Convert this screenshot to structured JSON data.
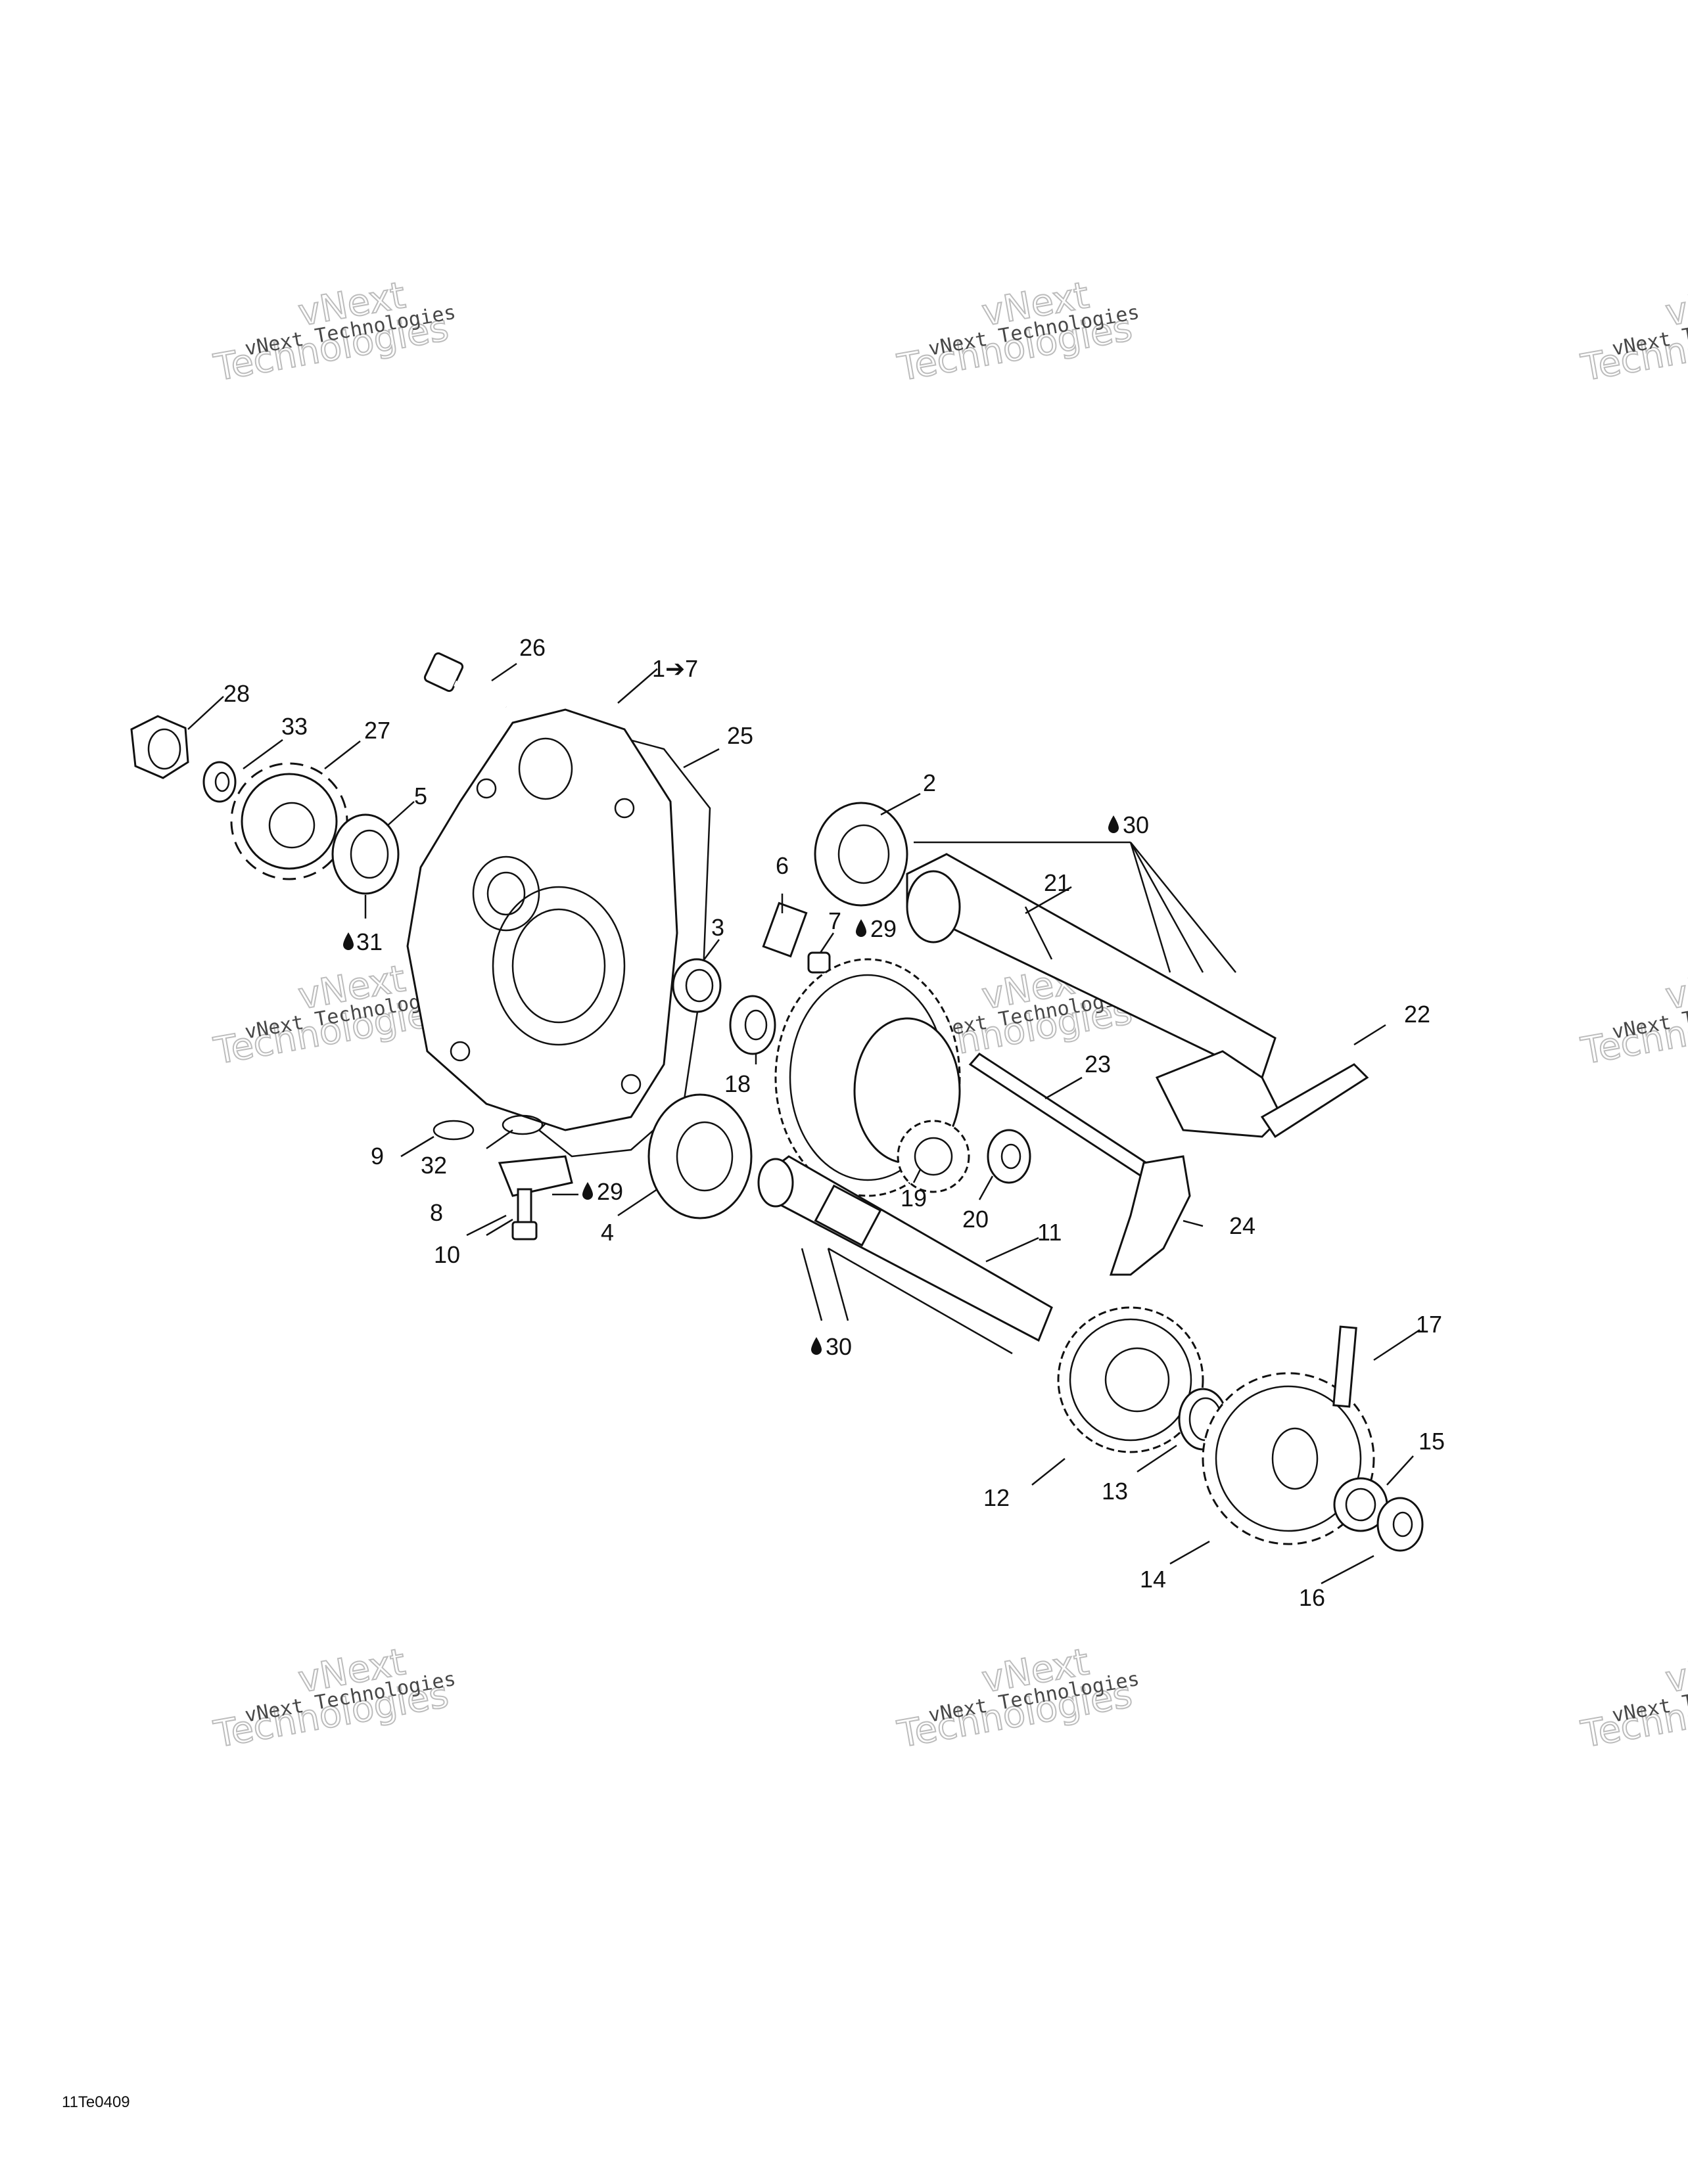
{
  "figure_code": "11Te0409",
  "watermark": {
    "line1": "vNext Technologies",
    "line2": "vNext",
    "line3": "Technologies"
  },
  "labels": {
    "range_1_7": "1➔7",
    "p2": "2",
    "p3": "3",
    "p4": "4",
    "p5": "5",
    "p6": "6",
    "p7": "7",
    "p8": "8",
    "p9": "9",
    "p10": "10",
    "p11": "11",
    "p12": "12",
    "p13": "13",
    "p14": "14",
    "p15": "15",
    "p16": "16",
    "p17": "17",
    "p18": "18",
    "p19": "19",
    "p20": "20",
    "p21": "21",
    "p22": "22",
    "p23": "23",
    "p24": "24",
    "p25": "25",
    "p26": "26",
    "p27": "27",
    "p28": "28",
    "p31": "31",
    "p32": "32",
    "p33": "33",
    "lube_29a": "29",
    "lube_29b": "29",
    "lube_30a": "30",
    "lube_30b": "30"
  },
  "icons": {
    "lubricant": "oil-drop-icon"
  }
}
